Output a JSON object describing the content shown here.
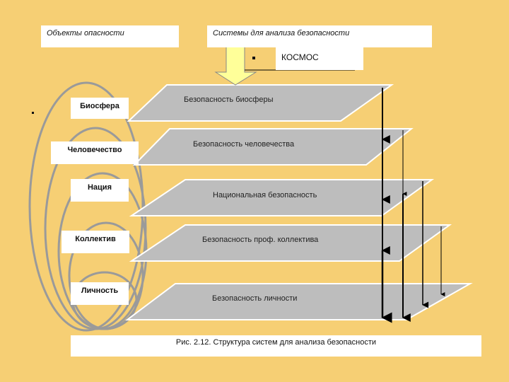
{
  "header": {
    "objects_title": "Объекты опасности",
    "systems_title": "Системы для анализа безопасности"
  },
  "cosmos": "КОСМОС",
  "objects": [
    "Биосфера",
    "Человечество",
    "Нация",
    "Коллектив",
    "Личность"
  ],
  "layers": [
    "Безопасность биосферы",
    "Безопасность человечества",
    "Национальная безопасность",
    "Безопасность проф. коллектива",
    "Безопасность личности"
  ],
  "caption": "Рис. 2.12. Структура систем для анализа безопасности",
  "colors": {
    "background": "#f6cf74",
    "plane": "#bdbdbd",
    "arrow_fill": "#ffff99",
    "ellipse": "#9a9a9a"
  }
}
